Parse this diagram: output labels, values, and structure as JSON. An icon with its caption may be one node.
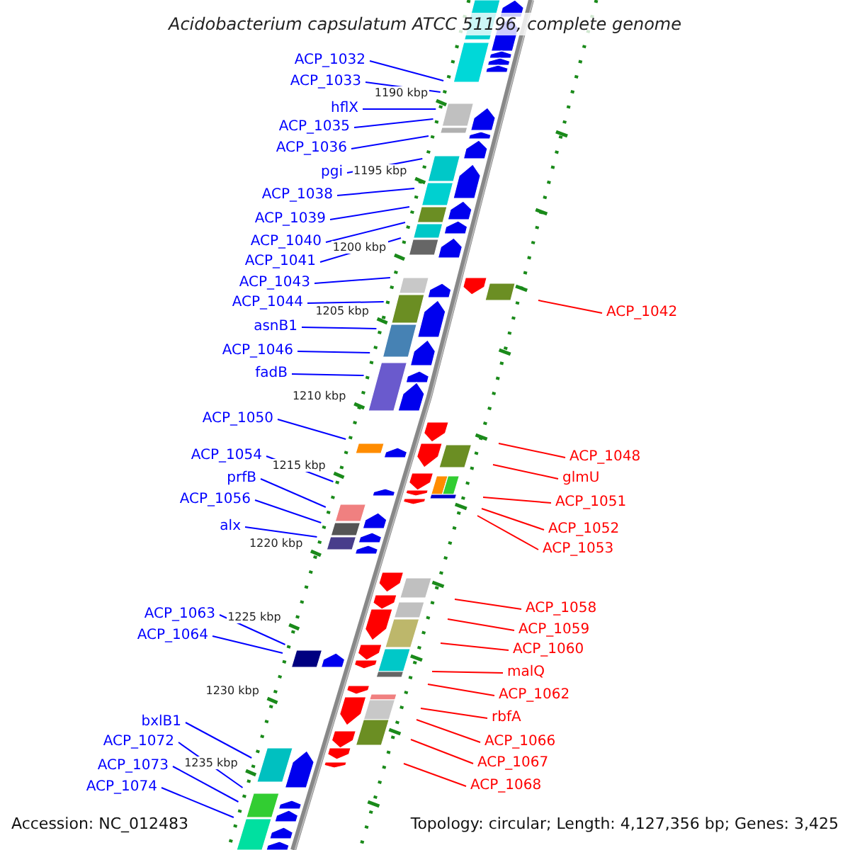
{
  "diagram": {
    "title": "Acidobacterium capsulatum ATCC 51196, complete genome",
    "nodes": [
      {
        "text": [
          "ACP_1032"
        ]
      },
      {
        "text": [
          "ACP_1033"
        ]
      },
      {
        "text": [
          "hflX"
        ]
      },
      {
        "text": [
          "ACP_1035"
        ]
      },
      {
        "text": [
          "ACP_1036"
        ]
      },
      {
        "text": [
          "pgi"
        ]
      },
      {
        "text": [
          "ACP_1038"
        ]
      },
      {
        "text": [
          "ACP_1039"
        ]
      },
      {
        "text": [
          "ACP_1040"
        ]
      },
      {
        "text": [
          "ACP_1041"
        ]
      },
      {
        "text": [
          "ACP_1043"
        ]
      },
      {
        "text": [
          "ACP_1044"
        ]
      },
      {
        "text": [
          "asnB1"
        ]
      },
      {
        "text": [
          "ACP_1046"
        ]
      },
      {
        "text": [
          "fadB"
        ]
      },
      {
        "text": [
          "ACP_1050"
        ]
      },
      {
        "text": [
          "ACP_1054"
        ]
      },
      {
        "text": [
          "prfB"
        ]
      },
      {
        "text": [
          "ACP_1056"
        ]
      },
      {
        "text": [
          "alx"
        ]
      },
      {
        "text": [
          "ACP_1063"
        ]
      },
      {
        "text": [
          "ACP_1064"
        ]
      },
      {
        "text": [
          "bxlB1"
        ]
      },
      {
        "text": [
          "ACP_1072"
        ]
      },
      {
        "text": [
          "ACP_1073"
        ]
      },
      {
        "text": [
          "ACP_1074"
        ]
      },
      {
        "text": [
          "ACP_1042"
        ]
      },
      {
        "text": [
          "ACP_1048"
        ]
      },
      {
        "text": [
          "glmU"
        ]
      },
      {
        "text": [
          "ACP_1051"
        ]
      },
      {
        "text": [
          "ACP_1052"
        ]
      },
      {
        "text": [
          "ACP_1053"
        ]
      },
      {
        "text": [
          "ACP_1058"
        ]
      },
      {
        "text": [
          "ACP_1059"
        ]
      },
      {
        "text": [
          "ACP_1060"
        ]
      },
      {
        "text": [
          "malQ"
        ]
      },
      {
        "text": [
          "ACP_1062"
        ]
      },
      {
        "text": [
          "rbfA"
        ]
      },
      {
        "text": [
          "ACP_1066"
        ]
      },
      {
        "text": [
          "ACP_1067"
        ]
      },
      {
        "text": [
          "ACP_1068"
        ]
      }
    ],
    "edges": [
      {
        "from": 0,
        "to": null,
        "arrow": "none"
      },
      {
        "from": 1,
        "to": null,
        "arrow": "none"
      },
      {
        "from": 2,
        "to": null,
        "arrow": "none"
      },
      {
        "from": 3,
        "to": null,
        "arrow": "none"
      },
      {
        "from": 4,
        "to": null,
        "arrow": "none"
      },
      {
        "from": 5,
        "to": null,
        "arrow": "none"
      },
      {
        "from": 6,
        "to": null,
        "arrow": "none"
      },
      {
        "from": 7,
        "to": null,
        "arrow": "none"
      },
      {
        "from": 8,
        "to": null,
        "arrow": "none"
      },
      {
        "from": 9,
        "to": null,
        "arrow": "none"
      },
      {
        "from": 10,
        "to": null,
        "arrow": "none"
      },
      {
        "from": 11,
        "to": null,
        "arrow": "none"
      },
      {
        "from": 12,
        "to": null,
        "arrow": "none"
      },
      {
        "from": 13,
        "to": null,
        "arrow": "none"
      },
      {
        "from": 14,
        "to": null,
        "arrow": "none"
      },
      {
        "from": 15,
        "to": null,
        "arrow": "none"
      },
      {
        "from": 16,
        "to": null,
        "arrow": "none"
      },
      {
        "from": 17,
        "to": null,
        "arrow": "none"
      },
      {
        "from": 18,
        "to": null,
        "arrow": "none"
      },
      {
        "from": 19,
        "to": null,
        "arrow": "none"
      },
      {
        "from": 20,
        "to": null,
        "arrow": "none"
      },
      {
        "from": 21,
        "to": null,
        "arrow": "none"
      },
      {
        "from": 22,
        "to": null,
        "arrow": "none"
      },
      {
        "from": 23,
        "to": null,
        "arrow": "none"
      },
      {
        "from": 24,
        "to": null,
        "arrow": "none"
      },
      {
        "from": 25,
        "to": null,
        "arrow": "none"
      },
      {
        "from": 26,
        "to": null,
        "arrow": "none",
        "color": "#ff0000"
      },
      {
        "from": 27,
        "to": null,
        "arrow": "none",
        "color": "#ff0000"
      },
      {
        "from": 28,
        "to": null,
        "arrow": "none",
        "color": "#ff0000"
      },
      {
        "from": 29,
        "to": null,
        "arrow": "none",
        "color": "#ff0000"
      },
      {
        "from": 30,
        "to": null,
        "arrow": "none",
        "color": "#ff0000"
      },
      {
        "from": 31,
        "to": null,
        "arrow": "none",
        "color": "#ff0000"
      },
      {
        "from": 32,
        "to": null,
        "arrow": "none",
        "color": "#ff0000"
      },
      {
        "from": 33,
        "to": null,
        "arrow": "none",
        "color": "#ff0000"
      },
      {
        "from": 34,
        "to": null,
        "arrow": "none",
        "color": "#ff0000"
      },
      {
        "from": 35,
        "to": null,
        "arrow": "none",
        "color": "#ff0000"
      },
      {
        "from": 36,
        "to": null,
        "arrow": "none",
        "color": "#ff0000"
      },
      {
        "from": 37,
        "to": null,
        "arrow": "none",
        "color": "#ff0000"
      },
      {
        "from": 38,
        "to": null,
        "arrow": "none",
        "color": "#ff0000"
      },
      {
        "from": 39,
        "to": null,
        "arrow": "none",
        "color": "#ff0000"
      },
      {
        "from": 40,
        "to": null,
        "arrow": "none",
        "color": "#ff0000"
      }
    ],
    "labels": [
      "1190 kbp",
      "1195 kbp",
      "1200 kbp",
      "1205 kbp",
      "1210 kbp",
      "1215 kbp",
      "1220 kbp",
      "1225 kbp",
      "1230 kbp",
      "1235 kbp",
      "Accession: NC_012483",
      "Topology: circular; Length: 4,127,356 bp; Genes: 3,425"
    ]
  }
}
